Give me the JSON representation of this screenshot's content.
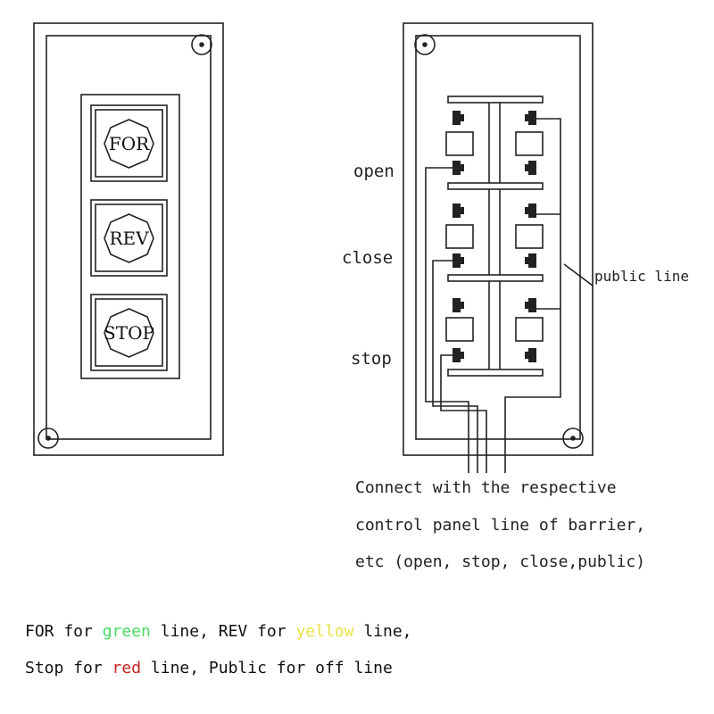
{
  "buttons": {
    "forward": "FOR",
    "reverse": "REV",
    "stop": "STOP"
  },
  "wiring": {
    "open": "open",
    "close": "close",
    "stop": "stop",
    "public": "public line"
  },
  "connect_note": [
    "Connect with the respective",
    "control panel line of barrier,",
    "etc (open, stop, close,public)"
  ],
  "legend": {
    "line1": {
      "a": "FOR for ",
      "green": "green",
      "b": " line, REV for ",
      "yellow": "yellow",
      "c": " line,"
    },
    "line2": {
      "a": "Stop for ",
      "red": "red",
      "b": " line, Public for off line"
    }
  },
  "colors": {
    "green": "#4cd964",
    "yellow": "#e8e24a",
    "red": "#cc2222"
  }
}
